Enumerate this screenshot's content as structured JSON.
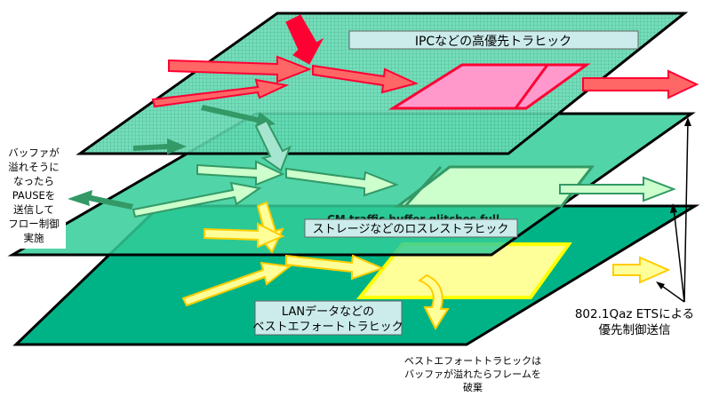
{
  "layers": {
    "top": {
      "label": "IPCなどの高優先トラヒック"
    },
    "middle": {
      "label": "ストレージなどのロスレストラヒック",
      "overlap_text": "CM traffic buffer glitches full"
    },
    "bottom": {
      "label_line1": "LANデータなどの",
      "label_line2": "ベストエフォートトラヒック"
    }
  },
  "annotations": {
    "pause": {
      "lines": [
        "バッファが",
        "溢れそうに",
        "なったら",
        "PAUSEを",
        "送信して",
        "フロー制御",
        "実施"
      ]
    },
    "ets": {
      "line1": "802.1Qaz ETSによる",
      "line2": "優先制御送信"
    },
    "discard": {
      "line1": "ベストエフォートトラヒックは",
      "line2": "バッファが溢れたらフレームを",
      "line3": "破棄"
    }
  },
  "colors": {
    "layer_fill": "#33cc99",
    "layer_fill_light": "#a6e5d0",
    "layer_fill_dark": "#00b386",
    "outline": "#000000",
    "red": "#ff0033",
    "pink": "#ff99cc",
    "green_arrow": "#339966",
    "green_light": "#ccffcc",
    "yellow": "#ffff00",
    "yellow_light": "#ffff99",
    "label_box": "#ccecec"
  }
}
